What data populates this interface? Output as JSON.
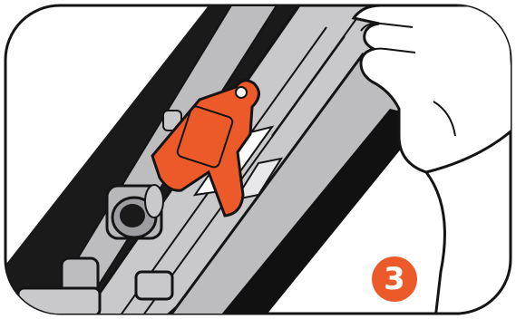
{
  "step": {
    "number": "3"
  },
  "colors": {
    "accent": "#ED5A2A",
    "tool_fill": "#C9C9CB",
    "outline": "#141414",
    "background": "#FFFFFF"
  },
  "icons": {
    "step_badge": "step-number-circle",
    "part": "orange-clip-tag",
    "hand": "hand-icon"
  }
}
